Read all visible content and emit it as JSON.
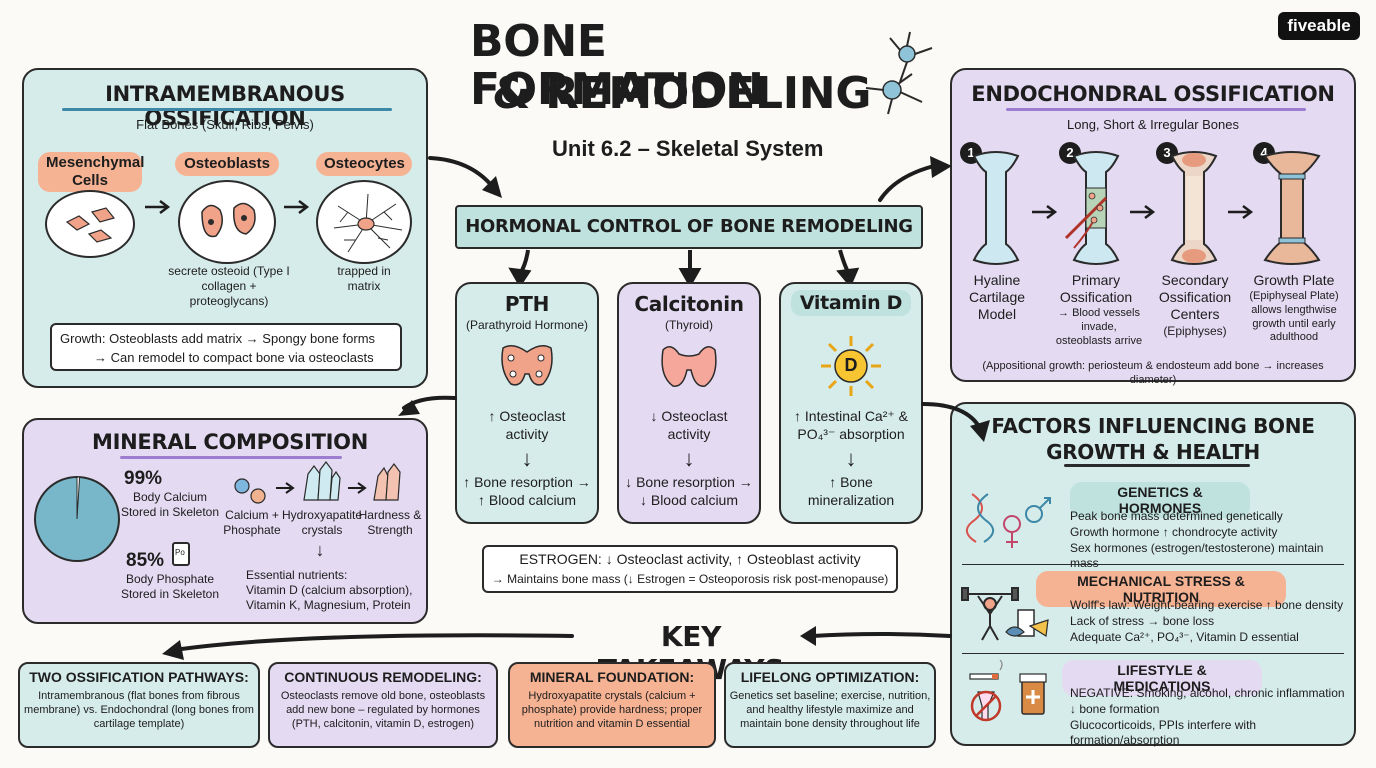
{
  "title": {
    "line1": "BONE FORMATION",
    "line2": "& REMODELING",
    "subtitle": "Unit 6.2 – Skeletal System"
  },
  "brand": "fiveable",
  "intramembranous": {
    "header": "INTRAMEMBRANOUS OSSIFICATION",
    "subheader": "Flat Bones (Skull, Ribs, Pelvis)",
    "step1": "Mesenchymal Cells",
    "step2": "Osteoblasts",
    "step3": "Osteocytes",
    "note2": "secrete osteoid (Type I collagen + proteoglycans)",
    "note3": "trapped in matrix",
    "growth_line1": "Growth: Osteoblasts add matrix → Spongy bone forms",
    "growth_line2": "→ Can remodel to compact bone via osteoclasts"
  },
  "hormonal": {
    "header": "HORMONAL CONTROL OF BONE REMODELING",
    "pth": {
      "name": "PTH",
      "sub": "(Parathyroid Hormone)",
      "effect": "↑ Osteoclast activity",
      "arrow": "↓",
      "result": "↑ Bone resorption → ↑ Blood calcium"
    },
    "calcitonin": {
      "name": "Calcitonin",
      "sub": "(Thyroid)",
      "effect": "↓ Osteoclast activity",
      "arrow": "↓",
      "result": "↓ Bone resorption → ↓ Blood calcium"
    },
    "vitamin_d": {
      "name": "Vitamin D",
      "sun_letter": "D",
      "effect": "↑ Intestinal Ca²⁺ & PO₄³⁻ absorption",
      "arrow": "↓",
      "result": "↑ Bone mineralization"
    },
    "estrogen_line1": "ESTROGEN: ↓ Osteoclast activity, ↑ Osteoblast activity",
    "estrogen_line2": "→ Maintains bone mass (↓ Estrogen = Osteoporosis risk post-menopause)"
  },
  "endochondral": {
    "header": "ENDOCHONDRAL OSSIFICATION",
    "subheader": "Long, Short & Irregular Bones",
    "steps": [
      {
        "num": "1",
        "label": "Hyaline Cartilage Model",
        "note": ""
      },
      {
        "num": "2",
        "label": "Primary Ossification",
        "note": "→ Blood vessels invade, osteoblasts arrive"
      },
      {
        "num": "3",
        "label": "Secondary Ossification Centers",
        "note": "(Epiphyses)"
      },
      {
        "num": "4",
        "label": "Growth Plate",
        "note": "(Epiphyseal Plate) allows lengthwise growth until early adulthood"
      }
    ],
    "footer": "(Appositional growth: periosteum & endosteum add bone → increases diameter)"
  },
  "mineral": {
    "header": "MINERAL COMPOSITION",
    "calcium_pct": "99%",
    "calcium_label": "Body Calcium Stored in Skeleton",
    "phosphate_pct": "85%",
    "phosphate_label": "Body Phosphate Stored in Skeleton",
    "jar_label": "Po",
    "flow1": "Calcium + Phosphate",
    "flow2": "Hydroxyapatite crystals",
    "flow3": "Hardness & Strength",
    "nutrients_title": "Essential nutrients:",
    "nutrients_body": "Vitamin D (calcium absorption), Vitamin K, Magnesium, Protein"
  },
  "factors": {
    "header_line1": "FACTORS INFLUENCING BONE",
    "header_line2": "GROWTH & HEALTH",
    "genetics": {
      "title": "GENETICS & HORMONES",
      "lines": [
        "Peak bone mass determined genetically",
        "Growth hormone ↑ chondrocyte activity",
        "Sex hormones (estrogen/testosterone) maintain mass"
      ]
    },
    "mechanical": {
      "title": "MECHANICAL STRESS & NUTRITION",
      "lines": [
        "Wolff's law: Weight-bearing exercise ↑ bone density",
        "Lack of stress → bone loss",
        "Adequate Ca²⁺, PO₄³⁻, Vitamin D essential"
      ]
    },
    "lifestyle": {
      "title": "LIFESTYLE & MEDICATIONS",
      "lines": [
        "NEGATIVE: Smoking, alcohol, chronic inflammation",
        "↓ bone formation",
        "Glucocorticoids, PPIs interfere with formation/absorption"
      ]
    }
  },
  "takeaways": {
    "header": "KEY TAKEAWAYS",
    "cards": [
      {
        "title": "TWO OSSIFICATION PATHWAYS:",
        "body": "Intramembranous (flat bones from fibrous membrane) vs. Endochondral (long bones from cartilage template)"
      },
      {
        "title": "CONTINUOUS REMODELING:",
        "body": "Osteoclasts remove old bone, osteoblasts add new bone – regulated by hormones (PTH, calcitonin, vitamin D, estrogen)"
      },
      {
        "title": "MINERAL FOUNDATION:",
        "body": "Hydroxyapatite crystals (calcium + phosphate) provide hardness; proper nutrition and vitamin D essential"
      },
      {
        "title": "LIFELONG OPTIMIZATION:",
        "body": "Genetics set baseline; exercise, nutrition, and healthy lifestyle maximize and maintain bone density throughout life"
      }
    ]
  },
  "colors": {
    "teal_panel": "#d6ecea",
    "lavender_panel": "#e4daf2",
    "salmon": "#f6b394",
    "outline": "#2b2b2b"
  }
}
